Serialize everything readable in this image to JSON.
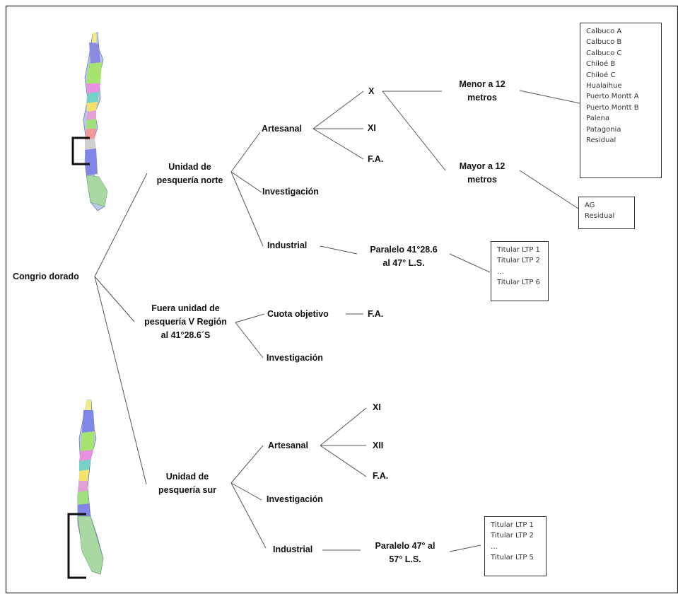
{
  "root": "Congrio dorado",
  "units": {
    "norte": {
      "title": [
        "Unidad de",
        "pesquería norte"
      ]
    },
    "fuera": {
      "title": [
        "Fuera unidad de",
        "pesquería V Región",
        "al 41°28.6´S"
      ]
    },
    "sur": {
      "title": [
        "Unidad de",
        "pesquería sur"
      ]
    }
  },
  "norte": {
    "artesanal": "Artesanal",
    "investigacion": "Investigación",
    "industrial": "Industrial",
    "x": "X",
    "xi": "XI",
    "fa": "F.A.",
    "menor": [
      "Menor a  12",
      "metros"
    ],
    "mayor": [
      "Mayor a 12",
      "metros"
    ],
    "paralelo": [
      "Paralelo 41°28.6",
      "al 47° L.S."
    ],
    "menor_list": [
      "Calbuco A",
      "Calbuco B",
      "Calbuco C",
      "Chiloé B",
      "Chiloé C",
      "Hualaihue",
      "Puerto Montt A",
      "Puerto Montt B",
      "Palena",
      "Patagonia",
      "Residual"
    ],
    "mayor_list": [
      "AG",
      "Residual"
    ],
    "ltp_list": [
      "Titular LTP 1",
      "Titular LTP 2",
      "…",
      "Titular LTP 6"
    ]
  },
  "fuera": {
    "cuota": "Cuota objetivo",
    "fa": "F.A.",
    "investigacion": "Investigación"
  },
  "sur": {
    "artesanal": "Artesanal",
    "investigacion": "Investigación",
    "industrial": "Industrial",
    "xi": "XI",
    "xii": "XII",
    "fa": "F.A.",
    "paralelo": [
      "Paralelo 47° al",
      "57° L.S."
    ],
    "ltp_list": [
      "Titular LTP 1",
      "Titular LTP 2",
      "…",
      "Titular LTP 5"
    ]
  },
  "colors": {
    "line": "#555555",
    "text": "#111111",
    "frame": "#222222"
  }
}
